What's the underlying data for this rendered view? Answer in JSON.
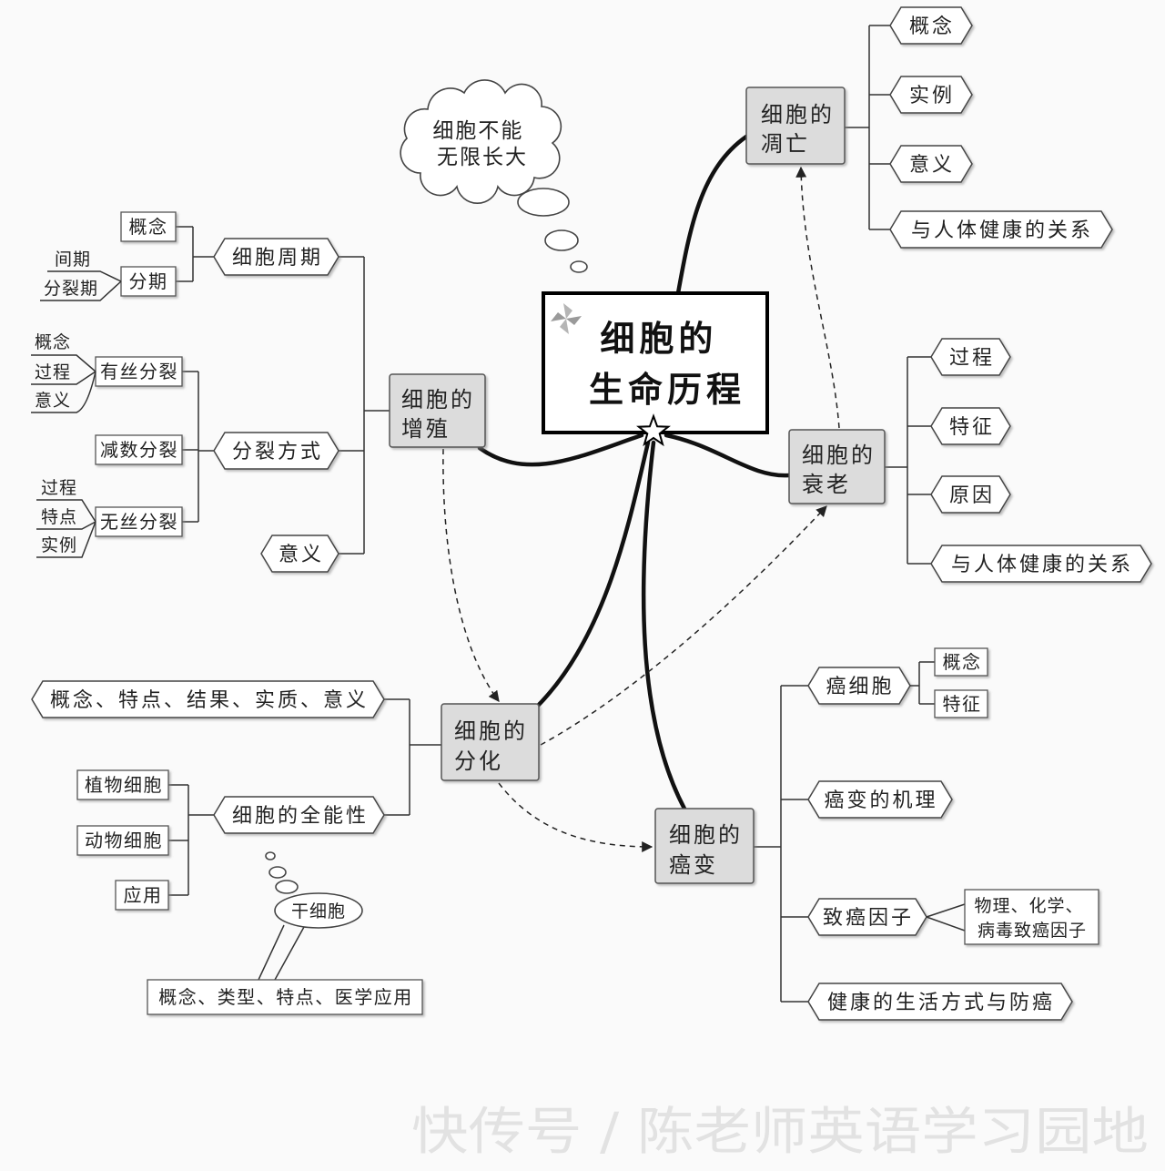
{
  "center": {
    "line1": "细胞的",
    "line2": "生命历程"
  },
  "thought_bubble": {
    "line1": "细胞不能",
    "line2": "无限长大"
  },
  "apoptosis": {
    "title_line1": "细胞的",
    "title_line2": "凋亡",
    "items": [
      "概念",
      "实例",
      "意义",
      "与人体健康的关系"
    ]
  },
  "senescence": {
    "title_line1": "细胞的",
    "title_line2": "衰老",
    "items": [
      "过程",
      "特征",
      "原因",
      "与人体健康的关系"
    ]
  },
  "proliferation": {
    "title_line1": "细胞的",
    "title_line2": "增殖",
    "cell_cycle": {
      "label": "细胞周期",
      "concept": "概念",
      "phases": {
        "label": "分期",
        "items": [
          "间期",
          "分裂期"
        ]
      }
    },
    "division_modes": {
      "label": "分裂方式",
      "mitosis": {
        "label": "有丝分裂",
        "items": [
          "概念",
          "过程",
          "意义"
        ]
      },
      "meiosis": {
        "label": "减数分裂"
      },
      "amitosis": {
        "label": "无丝分裂",
        "items": [
          "过程",
          "特点",
          "实例"
        ]
      }
    },
    "significance": "意义"
  },
  "differentiation": {
    "title_line1": "细胞的",
    "title_line2": "分化",
    "overview": "概念、特点、结果、实质、意义",
    "totipotency": {
      "label": "细胞的全能性",
      "items": [
        "植物细胞",
        "动物细胞",
        "应用"
      ]
    },
    "stem_cell": {
      "label": "干细胞",
      "details": "概念、类型、特点、医学应用"
    }
  },
  "canceration": {
    "title_line1": "细胞的",
    "title_line2": "癌变",
    "cancer_cell": {
      "label": "癌细胞",
      "items": [
        "概念",
        "特征"
      ]
    },
    "mechanism": "癌变的机理",
    "carcinogens": {
      "label": "致癌因子",
      "detail_line1": "物理、化学、",
      "detail_line2": "病毒致癌因子"
    },
    "prevention": "健康的生活方式与防癌"
  },
  "watermark": "快传号 / 陈老师英语学习园地",
  "colors": {
    "node_fill": "#dcdcdc",
    "line": "#111111",
    "border": "#555555",
    "watermark": "#e2e2e2"
  }
}
